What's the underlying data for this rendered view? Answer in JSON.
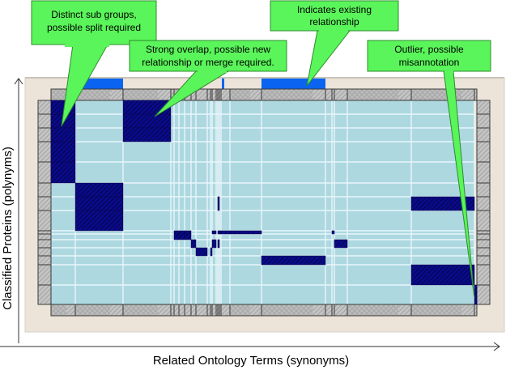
{
  "axes": {
    "x_label": "Related Ontology Terms (synonyms)",
    "y_label": "Classified Proteins (polynyms)"
  },
  "colors": {
    "panel_bg": "#ece4d8",
    "cell_bg": "#add8e0",
    "grid_line": "#e8f6fa",
    "match_cell": "#0a0a8c",
    "header_bar": "#0a64f0",
    "callout_fill": "#5af55a",
    "callout_stroke": "#2e8b2e",
    "header_cell": "#bdbdbd"
  },
  "matrix": {
    "column_count": 24,
    "row_count": 15,
    "highlighted_columns": [
      1,
      17
    ],
    "highlighted_columns_thin": [
      12
    ],
    "filled_cells": [
      [
        0,
        0
      ],
      [
        1,
        0
      ],
      [
        2,
        0
      ],
      [
        3,
        0
      ],
      [
        4,
        0
      ],
      [
        0,
        2
      ],
      [
        1,
        2
      ],
      [
        2,
        2
      ],
      [
        5,
        1
      ],
      [
        6,
        1
      ],
      [
        7,
        1
      ],
      [
        6,
        13
      ],
      [
        8,
        4
      ],
      [
        8,
        5
      ],
      [
        8,
        6
      ],
      [
        8,
        11
      ],
      [
        8,
        13
      ],
      [
        8,
        14
      ],
      [
        8,
        15
      ],
      [
        8,
        16
      ],
      [
        8,
        19
      ],
      [
        9,
        4
      ],
      [
        9,
        5
      ],
      [
        9,
        6
      ],
      [
        10,
        7
      ],
      [
        10,
        11
      ],
      [
        10,
        13
      ],
      [
        10,
        20
      ],
      [
        11,
        8
      ],
      [
        11,
        10
      ],
      [
        12,
        17
      ],
      [
        13,
        22
      ],
      [
        6,
        22
      ],
      [
        14,
        23
      ]
    ]
  },
  "callouts": [
    {
      "id": "split",
      "lines": [
        "Distinct sub groups,",
        "possible split required"
      ]
    },
    {
      "id": "merge",
      "lines": [
        "Strong overlap, possible new",
        "relationship or merge required."
      ]
    },
    {
      "id": "existing",
      "lines": [
        "Indicates existing",
        "relationship"
      ]
    },
    {
      "id": "outlier",
      "lines": [
        "Outlier, possible",
        "misannotation"
      ]
    }
  ]
}
